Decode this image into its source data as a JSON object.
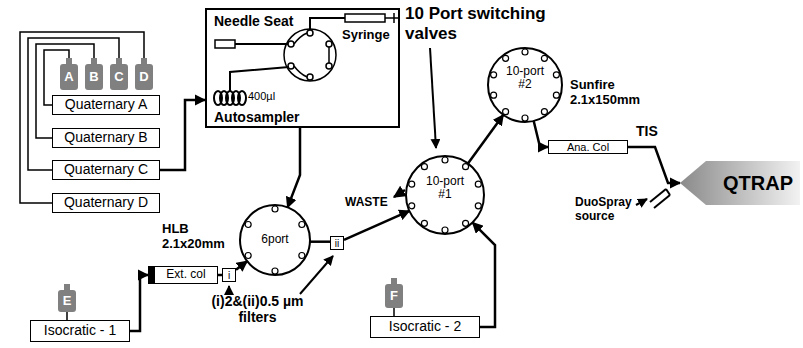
{
  "diagram": {
    "nodes": [
      {
        "text": [
          "A"
        ]
      },
      {
        "text": [
          "B"
        ]
      },
      {
        "text": [
          "C"
        ]
      },
      {
        "text": [
          "D"
        ]
      },
      {
        "text": [
          "Quaternary A"
        ]
      },
      {
        "text": [
          "Quaternary B"
        ]
      },
      {
        "text": [
          "Quaternary C"
        ]
      },
      {
        "text": [
          "Quaternary D"
        ]
      },
      {
        "text": [
          "Needle Seat",
          "Autosampler"
        ]
      },
      {
        "text": [
          "6port"
        ]
      },
      {
        "text": [
          "Ext. col"
        ]
      },
      {
        "text": [
          "i"
        ]
      },
      {
        "text": [
          "ii"
        ]
      },
      {
        "text": [
          "10-port #1"
        ]
      },
      {
        "text": [
          "10-port #2"
        ]
      },
      {
        "text": [
          "Ana. Col"
        ]
      },
      {
        "text": [
          "QTRAP"
        ]
      },
      {
        "text": [
          "E"
        ]
      },
      {
        "text": [
          "Isocratic - 1"
        ]
      },
      {
        "text": [
          "F"
        ]
      },
      {
        "text": [
          "Isocratic - 2"
        ]
      }
    ],
    "edges": [
      {
        "from": 0,
        "to": 4,
        "arrow": "none"
      },
      {
        "from": 1,
        "to": 5,
        "arrow": "none"
      },
      {
        "from": 2,
        "to": 6,
        "arrow": "none"
      },
      {
        "from": 3,
        "to": 7,
        "arrow": "none"
      },
      {
        "from": 6,
        "to": 8,
        "arrow": "to"
      },
      {
        "from": 8,
        "to": 9,
        "arrow": "to"
      },
      {
        "from": 17,
        "to": 18,
        "arrow": "none"
      },
      {
        "from": 18,
        "to": 10,
        "arrow": "to"
      },
      {
        "from": 10,
        "to": 11,
        "arrow": "none"
      },
      {
        "from": 11,
        "to": 9,
        "arrow": "to"
      },
      {
        "from": 9,
        "to": 12,
        "arrow": "none"
      },
      {
        "from": 12,
        "to": 13,
        "arrow": "to"
      },
      {
        "from": 19,
        "to": 20,
        "arrow": "none"
      },
      {
        "from": 20,
        "to": 13,
        "arrow": "to"
      },
      {
        "from": 13,
        "to": 14,
        "arrow": "to"
      },
      {
        "from": 14,
        "to": 15,
        "arrow": "to"
      },
      {
        "from": 15,
        "to": 16,
        "arrow": "to"
      }
    ],
    "labels": [
      "10 Port switching valves",
      "Syringe",
      "400µl",
      "HLB 2.1x20mm",
      "WASTE",
      "Sunfire 2.1x150mm",
      "TIS",
      "DuoSpray source",
      "(i)2&(ii)0.5 µm filters"
    ]
  }
}
